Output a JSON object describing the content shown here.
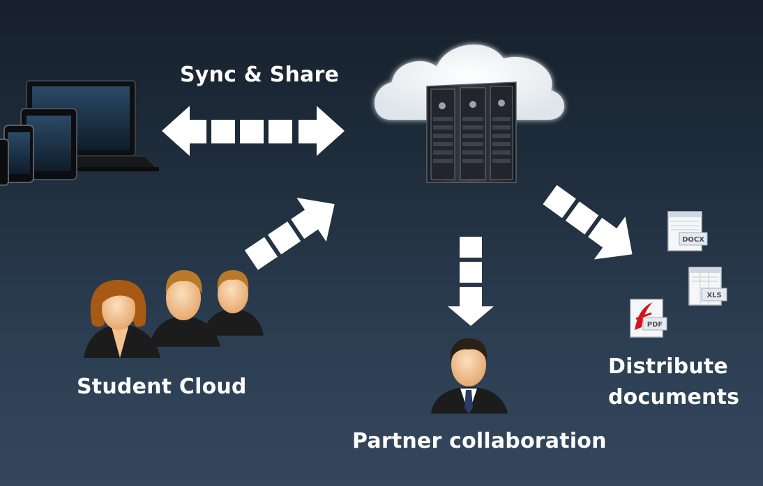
{
  "labels": {
    "sync_share": "Sync & Share",
    "student_cloud": "Student Cloud",
    "partner_collaboration": "Partner collaboration",
    "distribute_line1": "Distribute",
    "distribute_line2": "documents"
  },
  "file_badges": {
    "docx": "DOCX",
    "xls": "XLS",
    "pdf": "PDF"
  },
  "colors": {
    "arrow": "#ffffff",
    "skin": "#f3c28f",
    "hair_female": "#a85a14",
    "hair_male": "#b87a2a",
    "suit": "#1a1a1a",
    "pdf_red": "#d4131b"
  }
}
